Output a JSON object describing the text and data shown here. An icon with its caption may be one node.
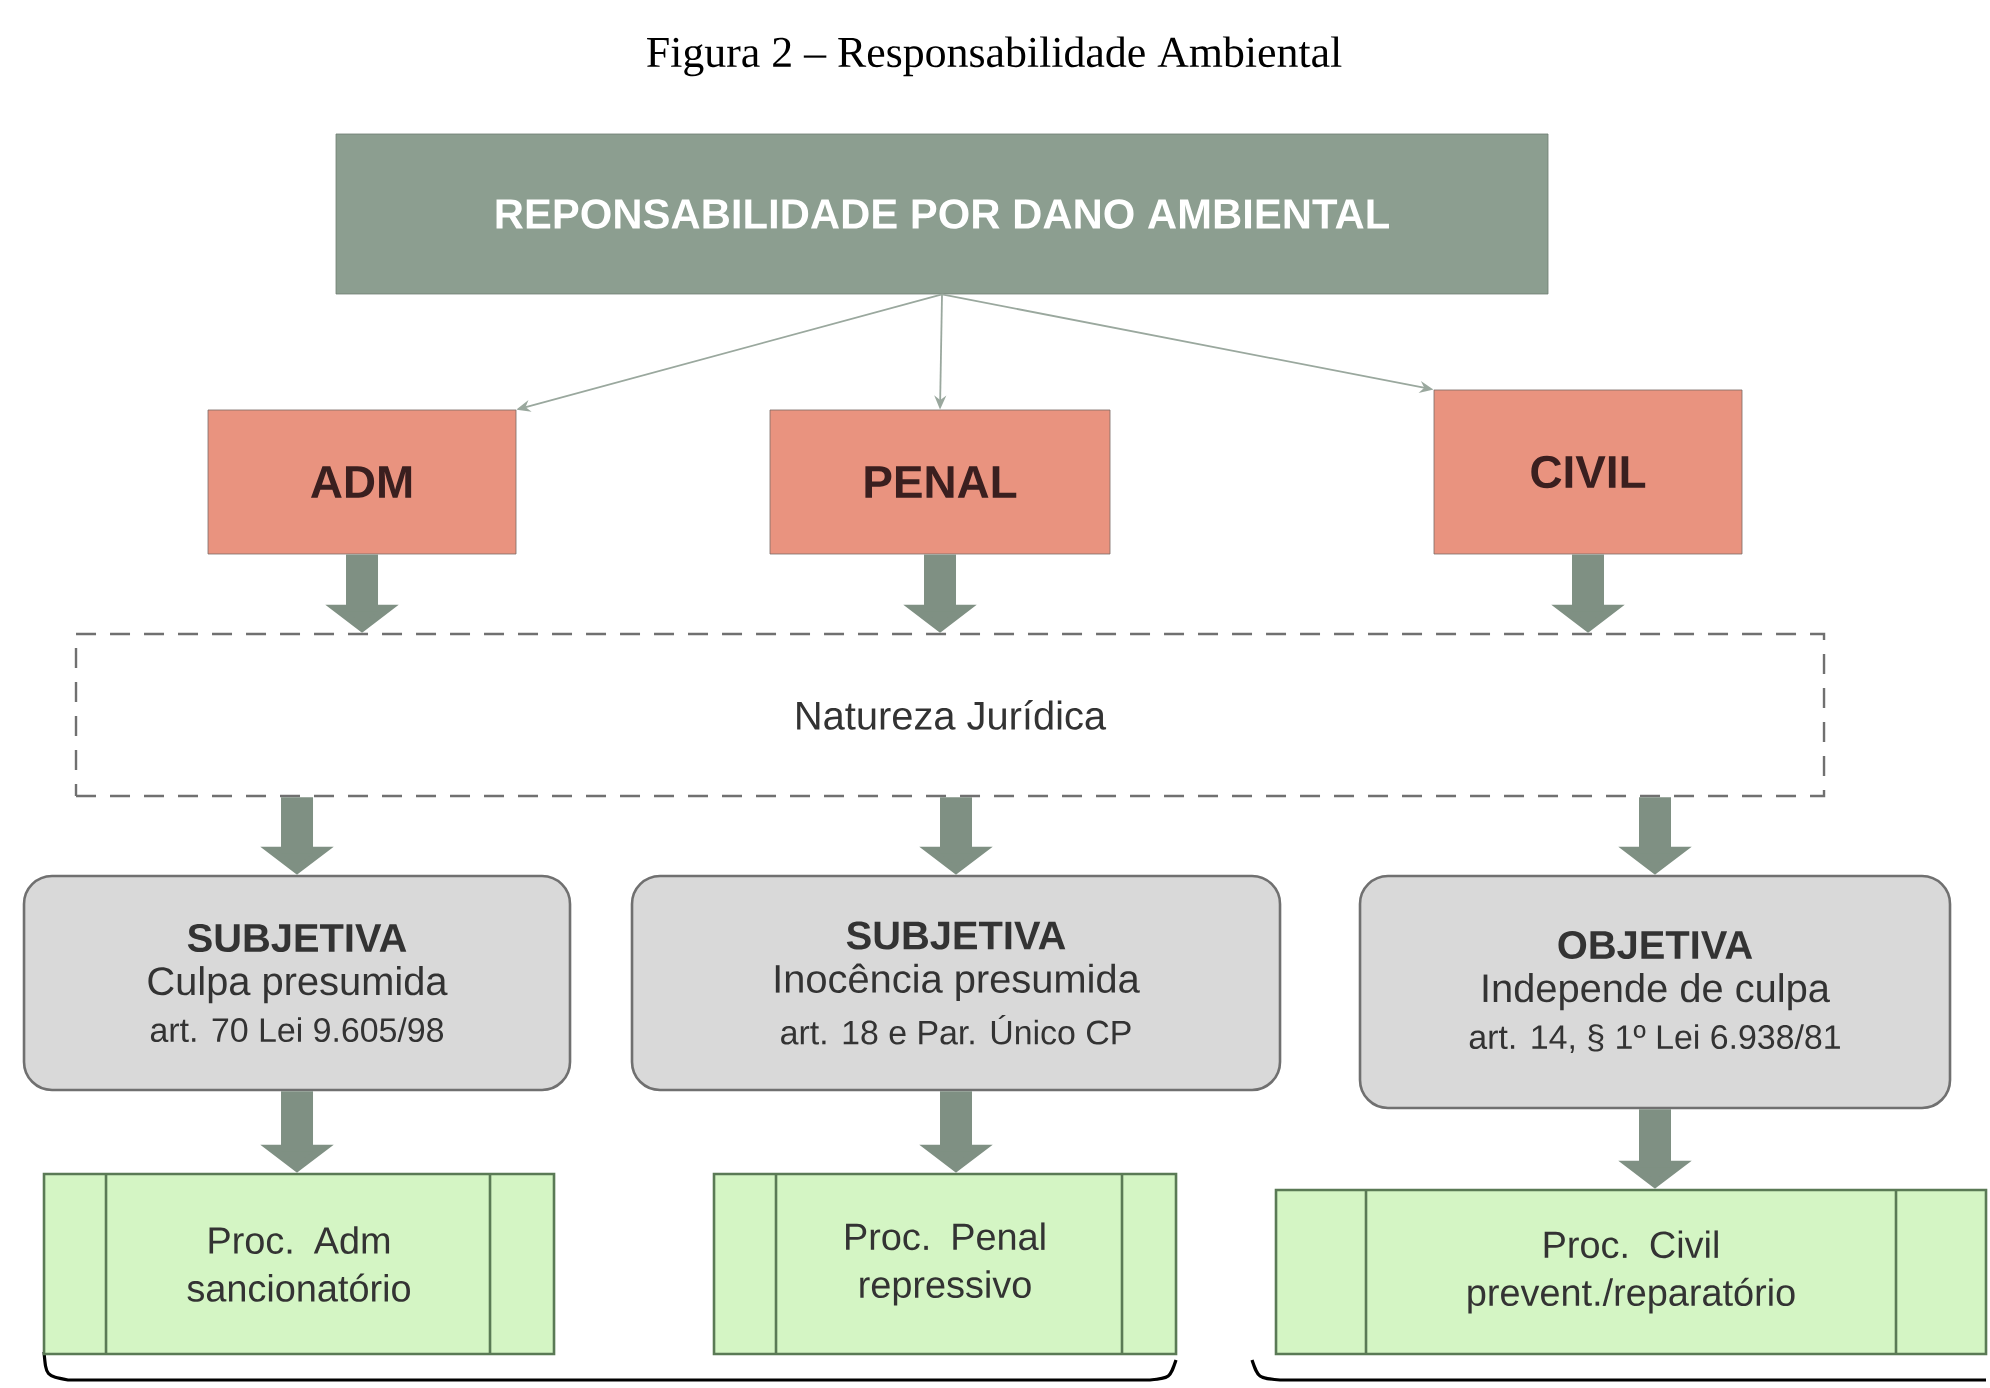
{
  "diagram": {
    "title": "Figura 2 – Responsabilidade Ambiental",
    "nodes": [
      {
        "text": [
          "REPONSABILIDADE POR DANO AMBIENTAL"
        ]
      },
      {
        "text": [
          "ADM"
        ]
      },
      {
        "text": [
          "PENAL"
        ]
      },
      {
        "text": [
          "CIVIL"
        ]
      },
      {
        "text": [
          "Natureza Jurídica"
        ]
      },
      {
        "text": [
          "SUBJETIVA",
          "Culpa presumida",
          "art. 70 Lei 9.605/98"
        ]
      },
      {
        "text": [
          "SUBJETIVA",
          "Inocência presumida",
          "art. 18 e Par. Único CP"
        ]
      },
      {
        "text": [
          "OBJETIVA",
          "Independe de culpa",
          "art. 14, § 1º Lei 6.938/81"
        ]
      },
      {
        "text": [
          "Proc. Adm sancionatório"
        ]
      },
      {
        "text": [
          "Proc. Penal repressivo"
        ]
      },
      {
        "text": [
          "Proc. Civil prevent./reparatório"
        ]
      }
    ],
    "edges": [
      {
        "from": 0,
        "to": 1,
        "arrow": "to",
        "color": "#9aa89e"
      },
      {
        "from": 0,
        "to": 2,
        "arrow": "to",
        "color": "#9aa89e"
      },
      {
        "from": 0,
        "to": 3,
        "arrow": "to",
        "color": "#9aa89e"
      },
      {
        "from": 1,
        "to": 4,
        "arrow": "to"
      },
      {
        "from": 2,
        "to": 4,
        "arrow": "to"
      },
      {
        "from": 3,
        "to": 4,
        "arrow": "to"
      },
      {
        "from": 4,
        "to": 5,
        "arrow": "to"
      },
      {
        "from": 4,
        "to": 6,
        "arrow": "to"
      },
      {
        "from": 4,
        "to": 7,
        "arrow": "to"
      },
      {
        "from": 5,
        "to": 8,
        "arrow": "to"
      },
      {
        "from": 6,
        "to": 9,
        "arrow": "to"
      },
      {
        "from": 7,
        "to": 10,
        "arrow": "to"
      }
    ]
  }
}
